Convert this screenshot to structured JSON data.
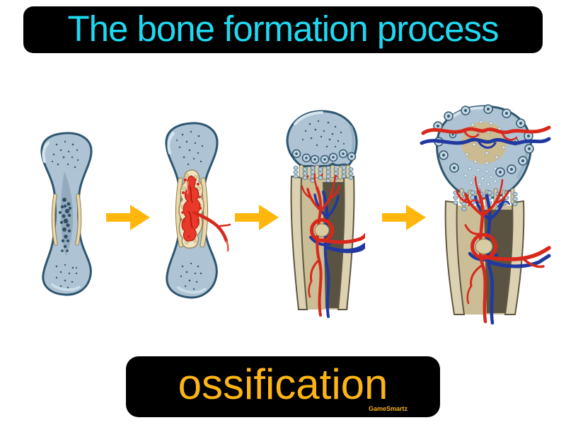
{
  "header": {
    "title": "The bone formation process",
    "text_color": "#1FD8F1",
    "bg_color": "#000000"
  },
  "term_banner": {
    "label": "ossification",
    "text_color": "#FDB515",
    "bg_color": "#000000",
    "watermark": "GameSmartz"
  },
  "diagram": {
    "arrow_color": "#FFB60D",
    "arrows": [
      {
        "name": "arrow-step-1-to-2"
      },
      {
        "name": "arrow-step-2-to-3"
      },
      {
        "name": "arrow-step-3-to-4"
      }
    ],
    "stages": [
      {
        "icon": "cartilage-model-icon"
      },
      {
        "icon": "primary-ossification-center-icon"
      },
      {
        "icon": "blood-vessel-invasion-icon"
      },
      {
        "icon": "secondary-ossification-center-icon"
      }
    ],
    "colors": {
      "cartilage_blue": "#AEC4D4",
      "cartilage_shadow": "#8FA7B8",
      "outline_blue": "#2E5670",
      "bone_collar_tan": "#EBD9A8",
      "shaft_wall_tan": "#DCD1B0",
      "marrow_dark": "#4A4435",
      "artery_red": "#D8281B",
      "vein_blue": "#2038A0",
      "background": "#FFFFFF"
    }
  }
}
